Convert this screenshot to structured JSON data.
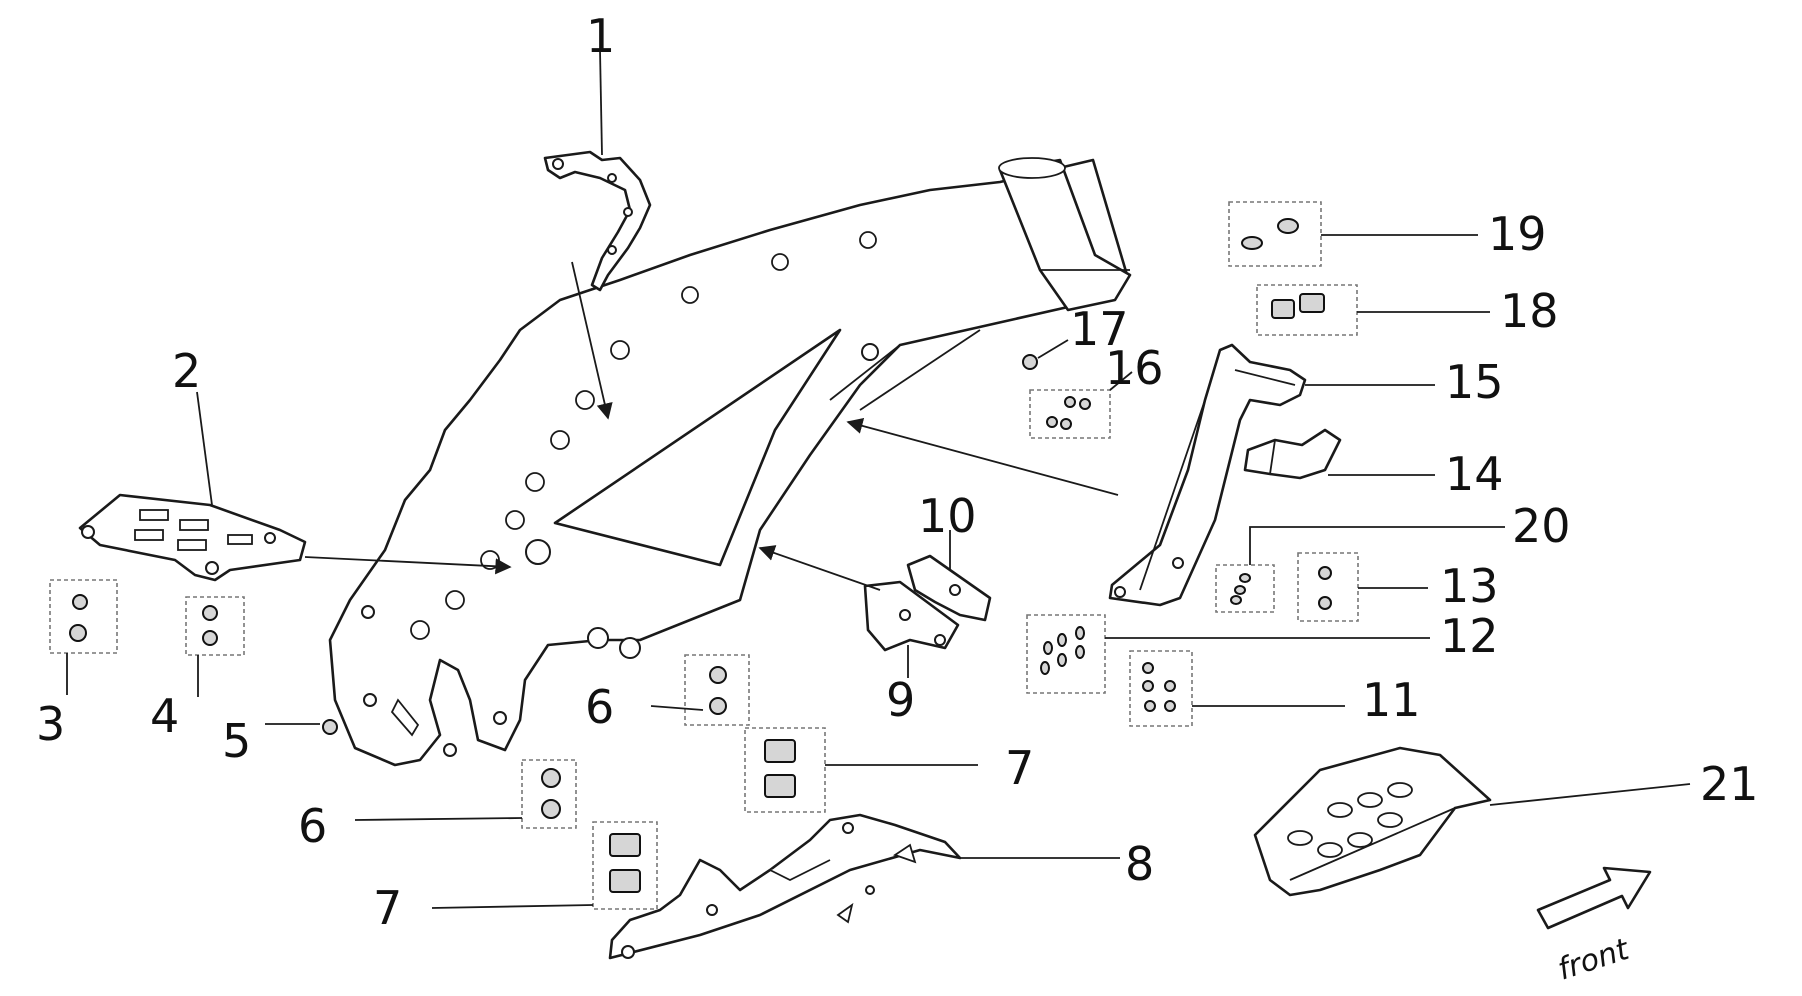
{
  "callouts": {
    "c1": "1",
    "c2": "2",
    "c3": "3",
    "c4": "4",
    "c5": "5",
    "c6a": "6",
    "c6b": "6",
    "c7a": "7",
    "c7b": "7",
    "c8": "8",
    "c9": "9",
    "c10": "10",
    "c11": "11",
    "c12": "12",
    "c13": "13",
    "c14": "14",
    "c15": "15",
    "c16": "16",
    "c17": "17",
    "c18": "18",
    "c19": "19",
    "c20": "20",
    "c21": "21"
  },
  "direction_label": "front"
}
